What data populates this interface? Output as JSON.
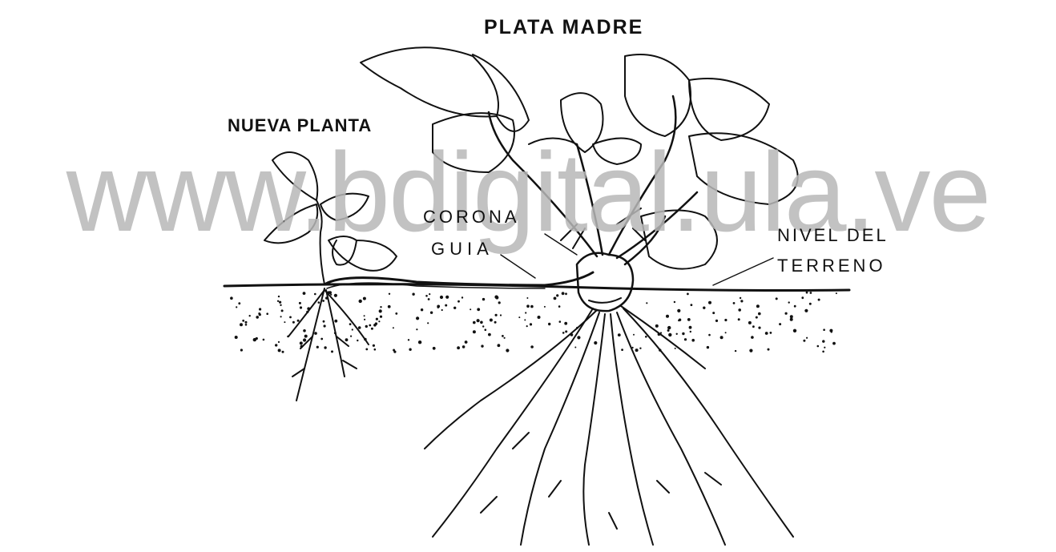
{
  "labels": {
    "planta_madre": "PLATA MADRE",
    "nueva_planta": "NUEVA PLANTA",
    "corona": "CORONA",
    "guia": "GUIA",
    "nivel_line1": "NIVEL DEL",
    "nivel_line2": "TERRENO"
  },
  "watermark": "www.bdigital.ula.ve",
  "colors": {
    "ink": "#111111",
    "watermark": "#b8b8b8",
    "background": "#ffffff"
  }
}
